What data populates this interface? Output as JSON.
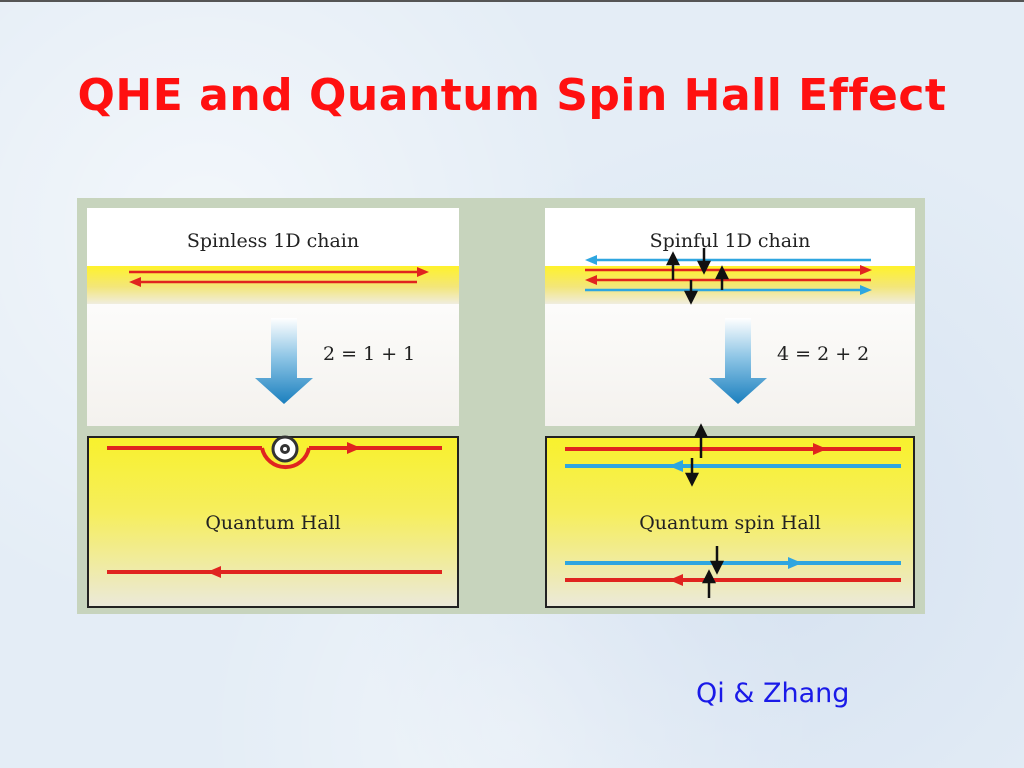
{
  "slide": {
    "title": "QHE and Quantum Spin Hall Effect",
    "credit": "Qi & Zhang"
  },
  "left_panel": {
    "chain_title": "Spinless 1D chain",
    "equation": "2 = 1 + 1",
    "result_label": "Quantum Hall"
  },
  "right_panel": {
    "chain_title": "Spinful 1D chain",
    "equation": "4 = 2 + 2",
    "result_label": "Quantum spin Hall"
  },
  "colors": {
    "title_red": "#ff1010",
    "credit_blue": "#1a1ae8",
    "edge_red": "#e0241f",
    "edge_blue": "#2ea6e0",
    "arrow_blue": "#1c86c4",
    "band_yellow": "#fff22b"
  }
}
